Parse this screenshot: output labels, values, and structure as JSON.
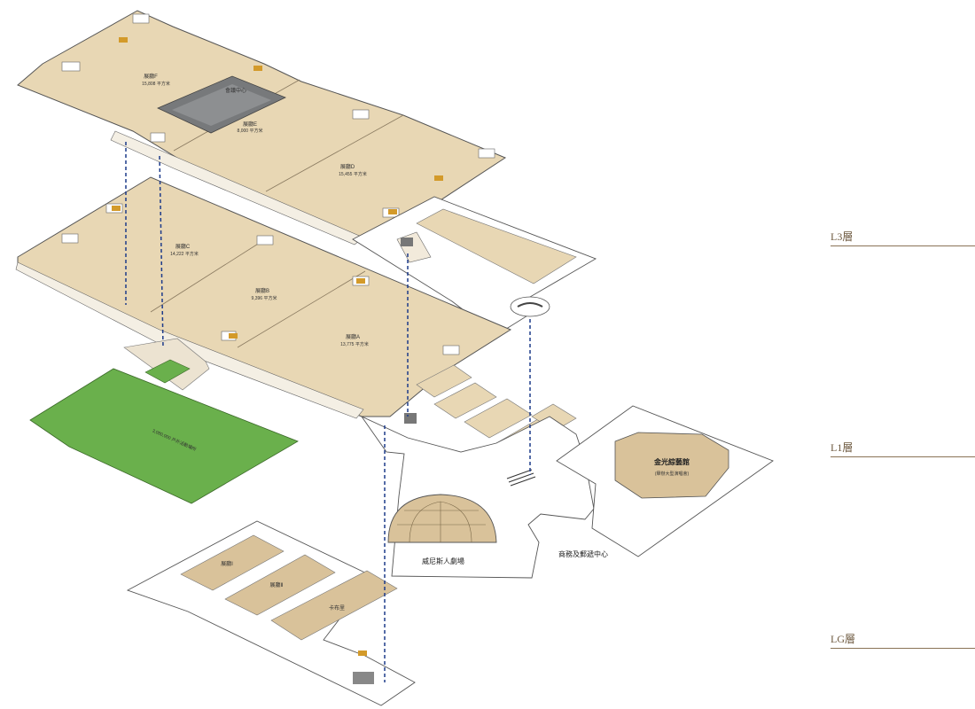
{
  "floors": {
    "l3": "L3層",
    "l1": "L1層",
    "lg": "LG層"
  },
  "l3_halls": {
    "f": {
      "name": "展廳F",
      "area": "15,808 平方米"
    },
    "e": {
      "name": "展廳E",
      "area": "8,000 平方米"
    },
    "d": {
      "name": "展廳D",
      "area": "15,455 平方米"
    },
    "core": "會議中心"
  },
  "l1_halls": {
    "c": {
      "name": "展廳C",
      "area": "14,222 平方米"
    },
    "b": {
      "name": "展廳B",
      "area": "9,396 平方米"
    },
    "a": {
      "name": "展廳A",
      "area": "13,775 平方米"
    },
    "outdoor": "3,080,000 戶外活動場所"
  },
  "venues": {
    "cotai_arena": "金光綜藝館",
    "cotai_arena_sub": "(舉辦大型演唱會)",
    "venetian_theatre": "威尼斯人劇場",
    "business_centre": "商務及郵遞中心"
  },
  "lg_halls": {
    "left": "展廳Ⅰ",
    "mid": "展廳Ⅱ",
    "right": "卡布里"
  },
  "colors": {
    "floor": "#e8d7b4",
    "room": "#d9c29a",
    "outline": "#555555",
    "green": "#6ab04c",
    "core": "#77797b",
    "link": "#1d3b8a",
    "accent": "#d39a2a"
  }
}
